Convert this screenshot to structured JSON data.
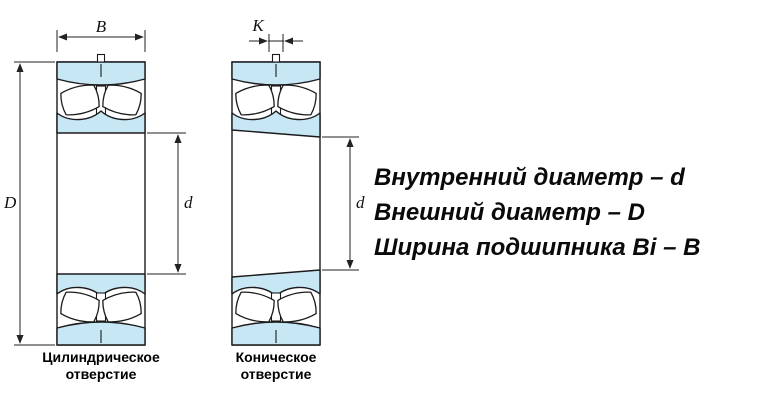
{
  "diagram": {
    "dimensions": {
      "width_label": "B",
      "taper_label": "K",
      "outer_diameter_label": "D",
      "bore_label_left": "d",
      "bore_label_right": "d"
    },
    "captions": {
      "cylindrical_line1": "Цилиндрическое",
      "cylindrical_line2": "отверстие",
      "conical_line1": "Коническое",
      "conical_line2": "отверстие"
    },
    "legend": {
      "line1": "Внутренний диаметр – d",
      "line2": "Внешний диаметр – D",
      "line3": "Ширина подшипника Bi – B"
    },
    "colors": {
      "ring_fill": "#c8e7f5",
      "outline": "#1b1b1b",
      "text": "#0a0a0a",
      "background": "#ffffff"
    }
  }
}
